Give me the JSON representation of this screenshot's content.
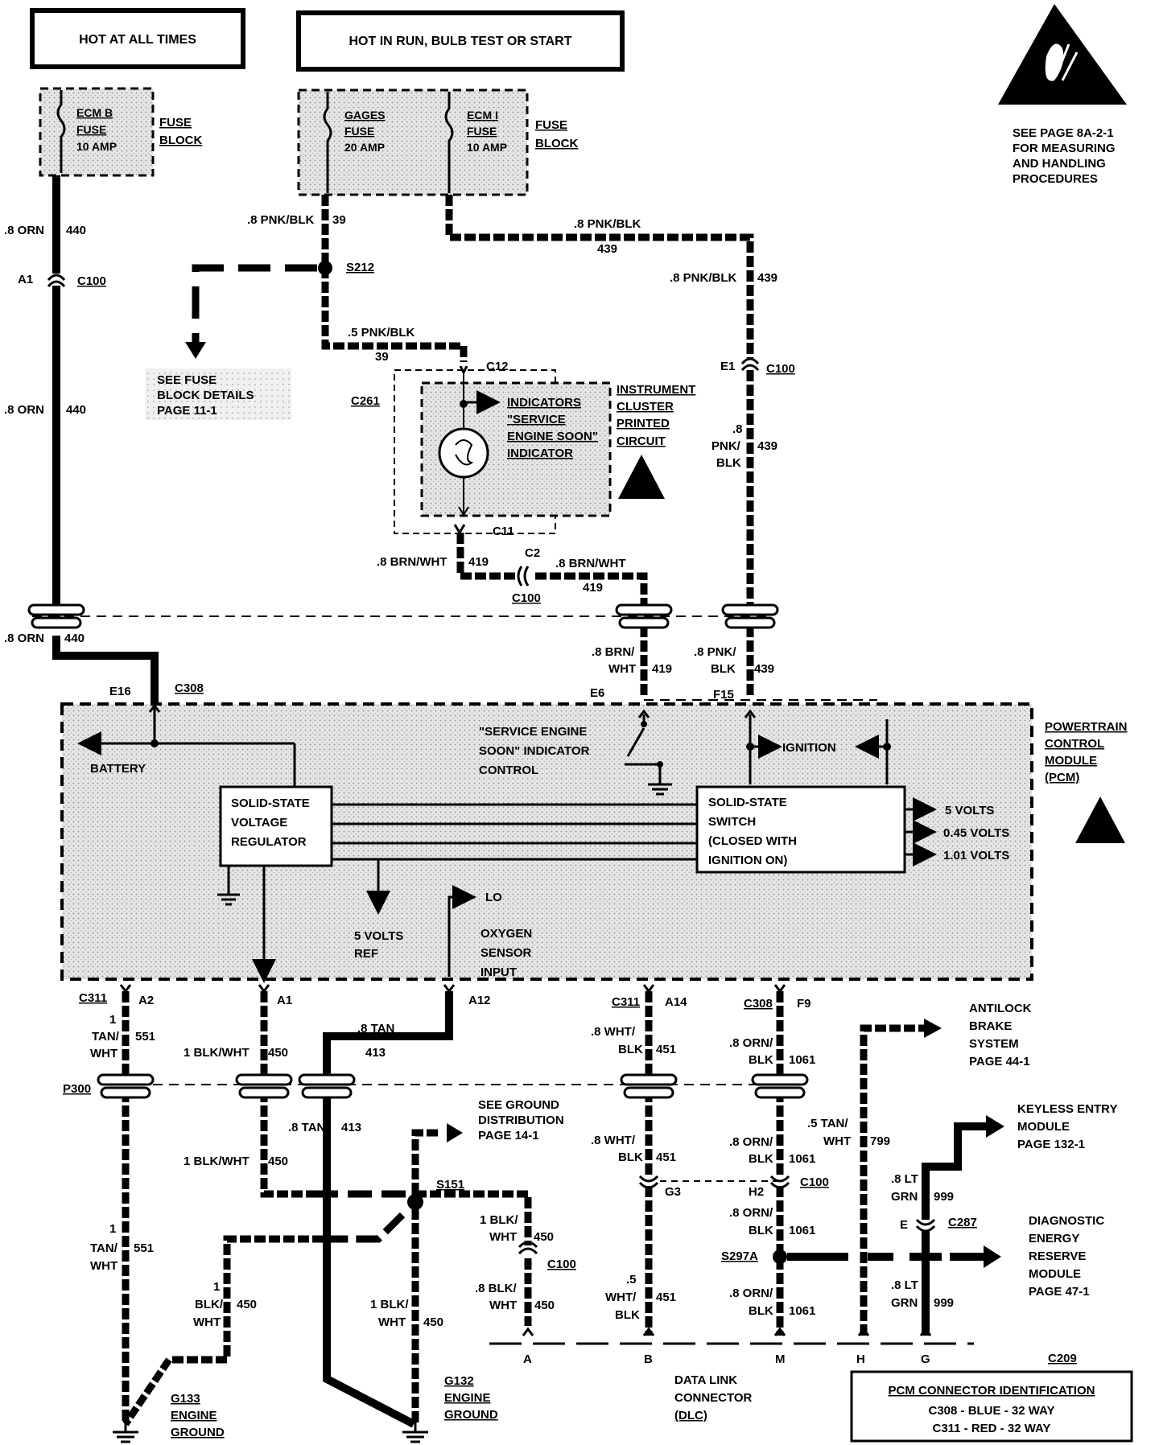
{
  "headers": {
    "hot_always": "HOT AT ALL TIMES",
    "hot_run": "HOT IN RUN, BULB TEST OR START"
  },
  "esd_note": [
    "SEE PAGE 8A-2-1",
    "FOR MEASURING",
    "AND HANDLING",
    "PROCEDURES"
  ],
  "fuses": {
    "ecm_b": [
      "ECM B",
      "FUSE",
      "10 AMP"
    ],
    "gages": [
      "GAGES",
      "FUSE",
      "20 AMP"
    ],
    "ecm_i": [
      "ECM I",
      "FUSE",
      "10 AMP"
    ],
    "fuse_block": [
      "FUSE",
      "BLOCK"
    ]
  },
  "wire_labels": {
    "w440_orn_a": ".8 ORN",
    "w440_num": "440",
    "w39_pnkblk": ".8 PNK/BLK",
    "w39_num": "39",
    "w439_pnkblk_top": ".8 PNK/BLK",
    "w439_num": "439",
    "w439_pnkblk_right": ".8 PNK/BLK",
    "w39b_pnkblk": ".5 PNK/BLK",
    "w439_stack": [
      ".8",
      "PNK/",
      "BLK"
    ],
    "w419_brnwht": ".8 BRN/WHT",
    "w419_num": "419",
    "w419_stack": [
      ".8 BRN/",
      "WHT"
    ],
    "w439_stack2": [
      ".8 PNK/",
      "BLK"
    ],
    "w551_stack": [
      "1",
      "TAN/",
      "WHT"
    ],
    "w551_num": "551",
    "w450_blkwht": "1 BLK/WHT",
    "w450_num": "450",
    "w413_tan": ".8 TAN",
    "w413_num": "413",
    "w451_stack": [
      ".8 WHT/",
      "BLK"
    ],
    "w451_num": "451",
    "w1061_stack": [
      ".8 ORN/",
      "BLK"
    ],
    "w1061_num": "1061",
    "w799_stack": [
      ".5 TAN/",
      "WHT"
    ],
    "w799_num": "799",
    "w999_stack": [
      ".8 LT",
      "GRN"
    ],
    "w999_num": "999",
    "w450_blk_stack": [
      "1 BLK/",
      "WHT"
    ],
    "w450_blk8_stack": [
      ".8 BLK/",
      "WHT"
    ],
    "w450_blk1_stack": [
      "1",
      "BLK/",
      "WHT"
    ],
    "w451_5_stack": [
      ".5",
      "WHT/",
      "BLK"
    ]
  },
  "connectors": {
    "a1": "A1",
    "c100": "C100",
    "s212": "S212",
    "c12": "C12",
    "c261": "C261",
    "e1": "E1",
    "c11": "C11",
    "c2": "C2",
    "e16": "E16",
    "c308": "C308",
    "e6": "E6",
    "f15": "F15",
    "c311": "C311",
    "a2": "A2",
    "a12": "A12",
    "a14": "A14",
    "f9": "F9",
    "p300": "P300",
    "s151": "S151",
    "g3": "G3",
    "h2": "H2",
    "s297a": "S297A",
    "e": "E",
    "c287": "C287",
    "c209": "C209",
    "pin_a": "A",
    "pin_b": "B",
    "pin_m": "M",
    "pin_h": "H",
    "pin_g": "G"
  },
  "notes": {
    "fuse_block_details": [
      "SEE FUSE",
      "BLOCK DETAILS",
      "PAGE 11-1"
    ],
    "instrument_cluster": [
      "INSTRUMENT",
      "CLUSTER",
      "PRINTED",
      "CIRCUIT"
    ],
    "indicators": [
      "INDICATORS",
      "\"SERVICE",
      "ENGINE SOON\"",
      "INDICATOR"
    ],
    "ground_distribution": [
      "SEE GROUND",
      "DISTRIBUTION",
      "PAGE 14-1"
    ],
    "antilock": [
      "ANTILOCK",
      "BRAKE",
      "SYSTEM",
      "PAGE 44-1"
    ],
    "keyless": [
      "KEYLESS ENTRY",
      "MODULE",
      "PAGE 132-1"
    ],
    "diagnostic": [
      "DIAGNOSTIC",
      "ENERGY",
      "RESERVE",
      "MODULE",
      "PAGE 47-1"
    ],
    "dlc": [
      "DATA LINK",
      "CONNECTOR",
      "(DLC)"
    ],
    "g133": [
      "G133",
      "ENGINE",
      "GROUND"
    ],
    "g132": [
      "G132",
      "ENGINE",
      "GROUND"
    ]
  },
  "pcm": {
    "title": [
      "POWERTRAIN",
      "CONTROL",
      "MODULE",
      "(PCM)"
    ],
    "battery": "BATTERY",
    "ses_control": [
      "\"SERVICE ENGINE",
      "SOON\" INDICATOR",
      "CONTROL"
    ],
    "ignition": "IGNITION",
    "regulator": [
      "SOLID-STATE",
      "VOLTAGE",
      "REGULATOR"
    ],
    "switch": [
      "SOLID-STATE",
      "SWITCH",
      "(CLOSED WITH",
      "IGNITION ON)"
    ],
    "outputs": [
      "5 VOLTS",
      "0.45 VOLTS",
      "1.01 VOLTS"
    ],
    "ref": [
      "5 VOLTS",
      "REF"
    ],
    "lo": "LO",
    "o2": [
      "OXYGEN",
      "SENSOR",
      "INPUT"
    ]
  },
  "pcm_id": {
    "title": "PCM CONNECTOR IDENTIFICATION",
    "lines": [
      "C308 - BLUE - 32 WAY",
      "C311 - RED - 32 WAY"
    ]
  }
}
